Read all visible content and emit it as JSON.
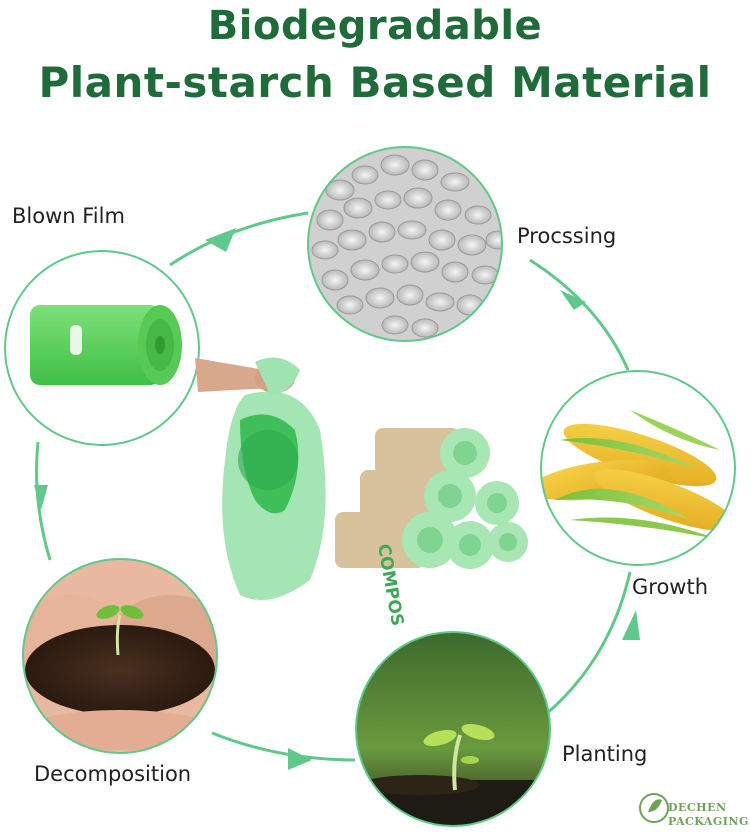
{
  "title": {
    "line1": "Biodegradable",
    "line2": "Plant-starch Based Material"
  },
  "stages": {
    "blown_film": "Blown Film",
    "processing": "Procssing",
    "growth": "Growth",
    "planting": "Planting",
    "decomposition": "Decomposition"
  },
  "product": {
    "roll_text": "COMPOS"
  },
  "logo": {
    "line1": "DECHEN",
    "line2": "PACKAGING"
  },
  "colors": {
    "title_green": "#1f6b3a",
    "cycle_green": "#5ec98a",
    "bag_green": "#8fe0a0",
    "roll_green": "#5fd35f"
  }
}
